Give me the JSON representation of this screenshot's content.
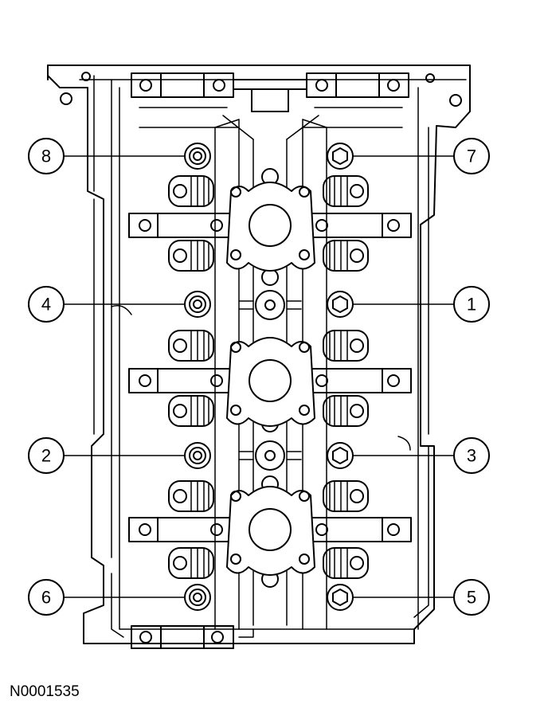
{
  "figure_id": "N0001535",
  "callouts": {
    "c1": "1",
    "c2": "2",
    "c3": "3",
    "c4": "4",
    "c5": "5",
    "c6": "6",
    "c7": "7",
    "c8": "8"
  },
  "colors": {
    "line": "#000000",
    "background": "#ffffff"
  }
}
